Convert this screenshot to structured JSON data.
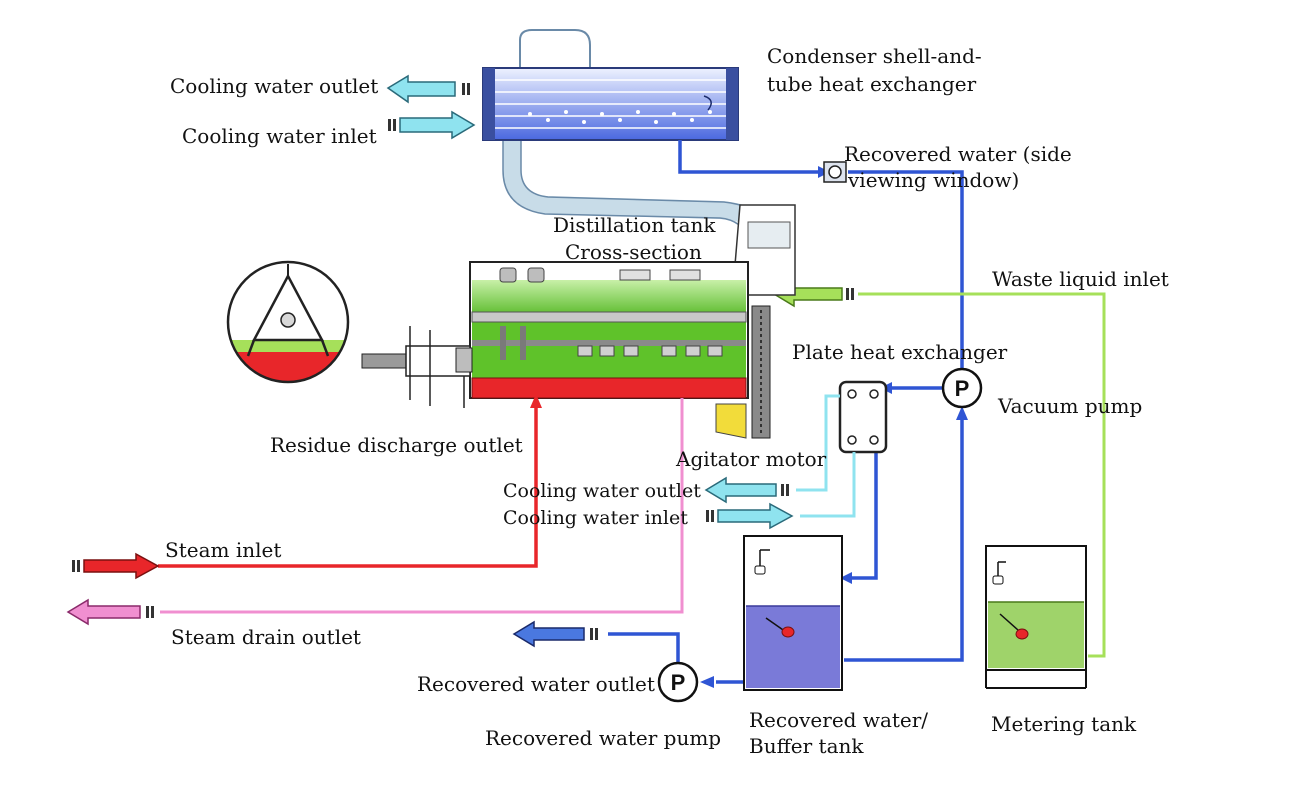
{
  "labels": {
    "cooling_water_outlet_top": "Cooling water outlet",
    "cooling_water_inlet_top": "Cooling water inlet",
    "condenser_line1": "Condenser shell-and-",
    "condenser_line2": "tube heat exchanger",
    "recovered_water_window_line1": "Recovered water (side",
    "recovered_water_window_line2": "viewing window)",
    "distillation_line1": "Distillation tank",
    "distillation_line2": "Cross-section",
    "waste_liquid_inlet": "Waste liquid inlet",
    "plate_heat_exchanger": "Plate heat exchanger",
    "vacuum_pump": "Vacuum pump",
    "residue_discharge_outlet": "Residue discharge outlet",
    "agitator_motor": "Agitator motor",
    "cooling_water_outlet_mid": "Cooling water outlet",
    "cooling_water_inlet_mid": "Cooling water inlet",
    "steam_inlet": "Steam inlet",
    "steam_drain_outlet": "Steam drain outlet",
    "recovered_water_outlet": "Recovered water outlet",
    "recovered_water_pump": "Recovered water pump",
    "buffer_tank_line1": "Recovered water/",
    "buffer_tank_line2": "Buffer tank",
    "metering_tank": "Metering tank",
    "pump_symbol": "P"
  },
  "colors": {
    "cooling_water": "#8fe3ef",
    "recovered_water": "#2f55d4",
    "steam": "#e8262a",
    "steam_drain": "#f08fd0",
    "waste_liquid": "#a6e05a",
    "tank_green": "#5fc22a",
    "buffer_water": "#7a7ad8",
    "metering_liquid": "#9fd36a"
  }
}
